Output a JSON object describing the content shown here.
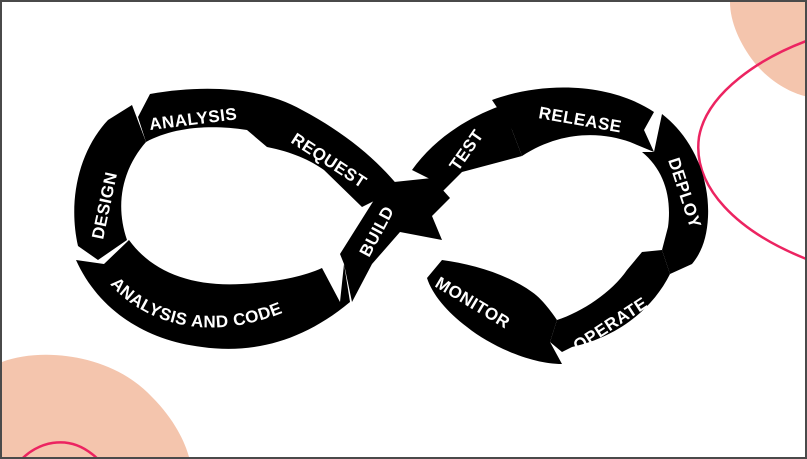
{
  "diagram": {
    "stages": [
      {
        "id": "analysis",
        "label": "ANALYSIS"
      },
      {
        "id": "design",
        "label": "DESIGN"
      },
      {
        "id": "analysis-and-code",
        "label": "ANALYSIS AND CODE"
      },
      {
        "id": "request",
        "label": "REQUEST"
      },
      {
        "id": "build",
        "label": "BUILD"
      },
      {
        "id": "test",
        "label": "TEST"
      },
      {
        "id": "release",
        "label": "RELEASE"
      },
      {
        "id": "deploy",
        "label": "DEPLOY"
      },
      {
        "id": "operate",
        "label": "OPERATE"
      },
      {
        "id": "monitor",
        "label": "MONITOR"
      }
    ]
  },
  "colors": {
    "segment": "#000000",
    "text": "#ffffff",
    "blob": "#f4c5ad",
    "accent_line": "#ec2461",
    "frame": "#4a4a4a"
  }
}
